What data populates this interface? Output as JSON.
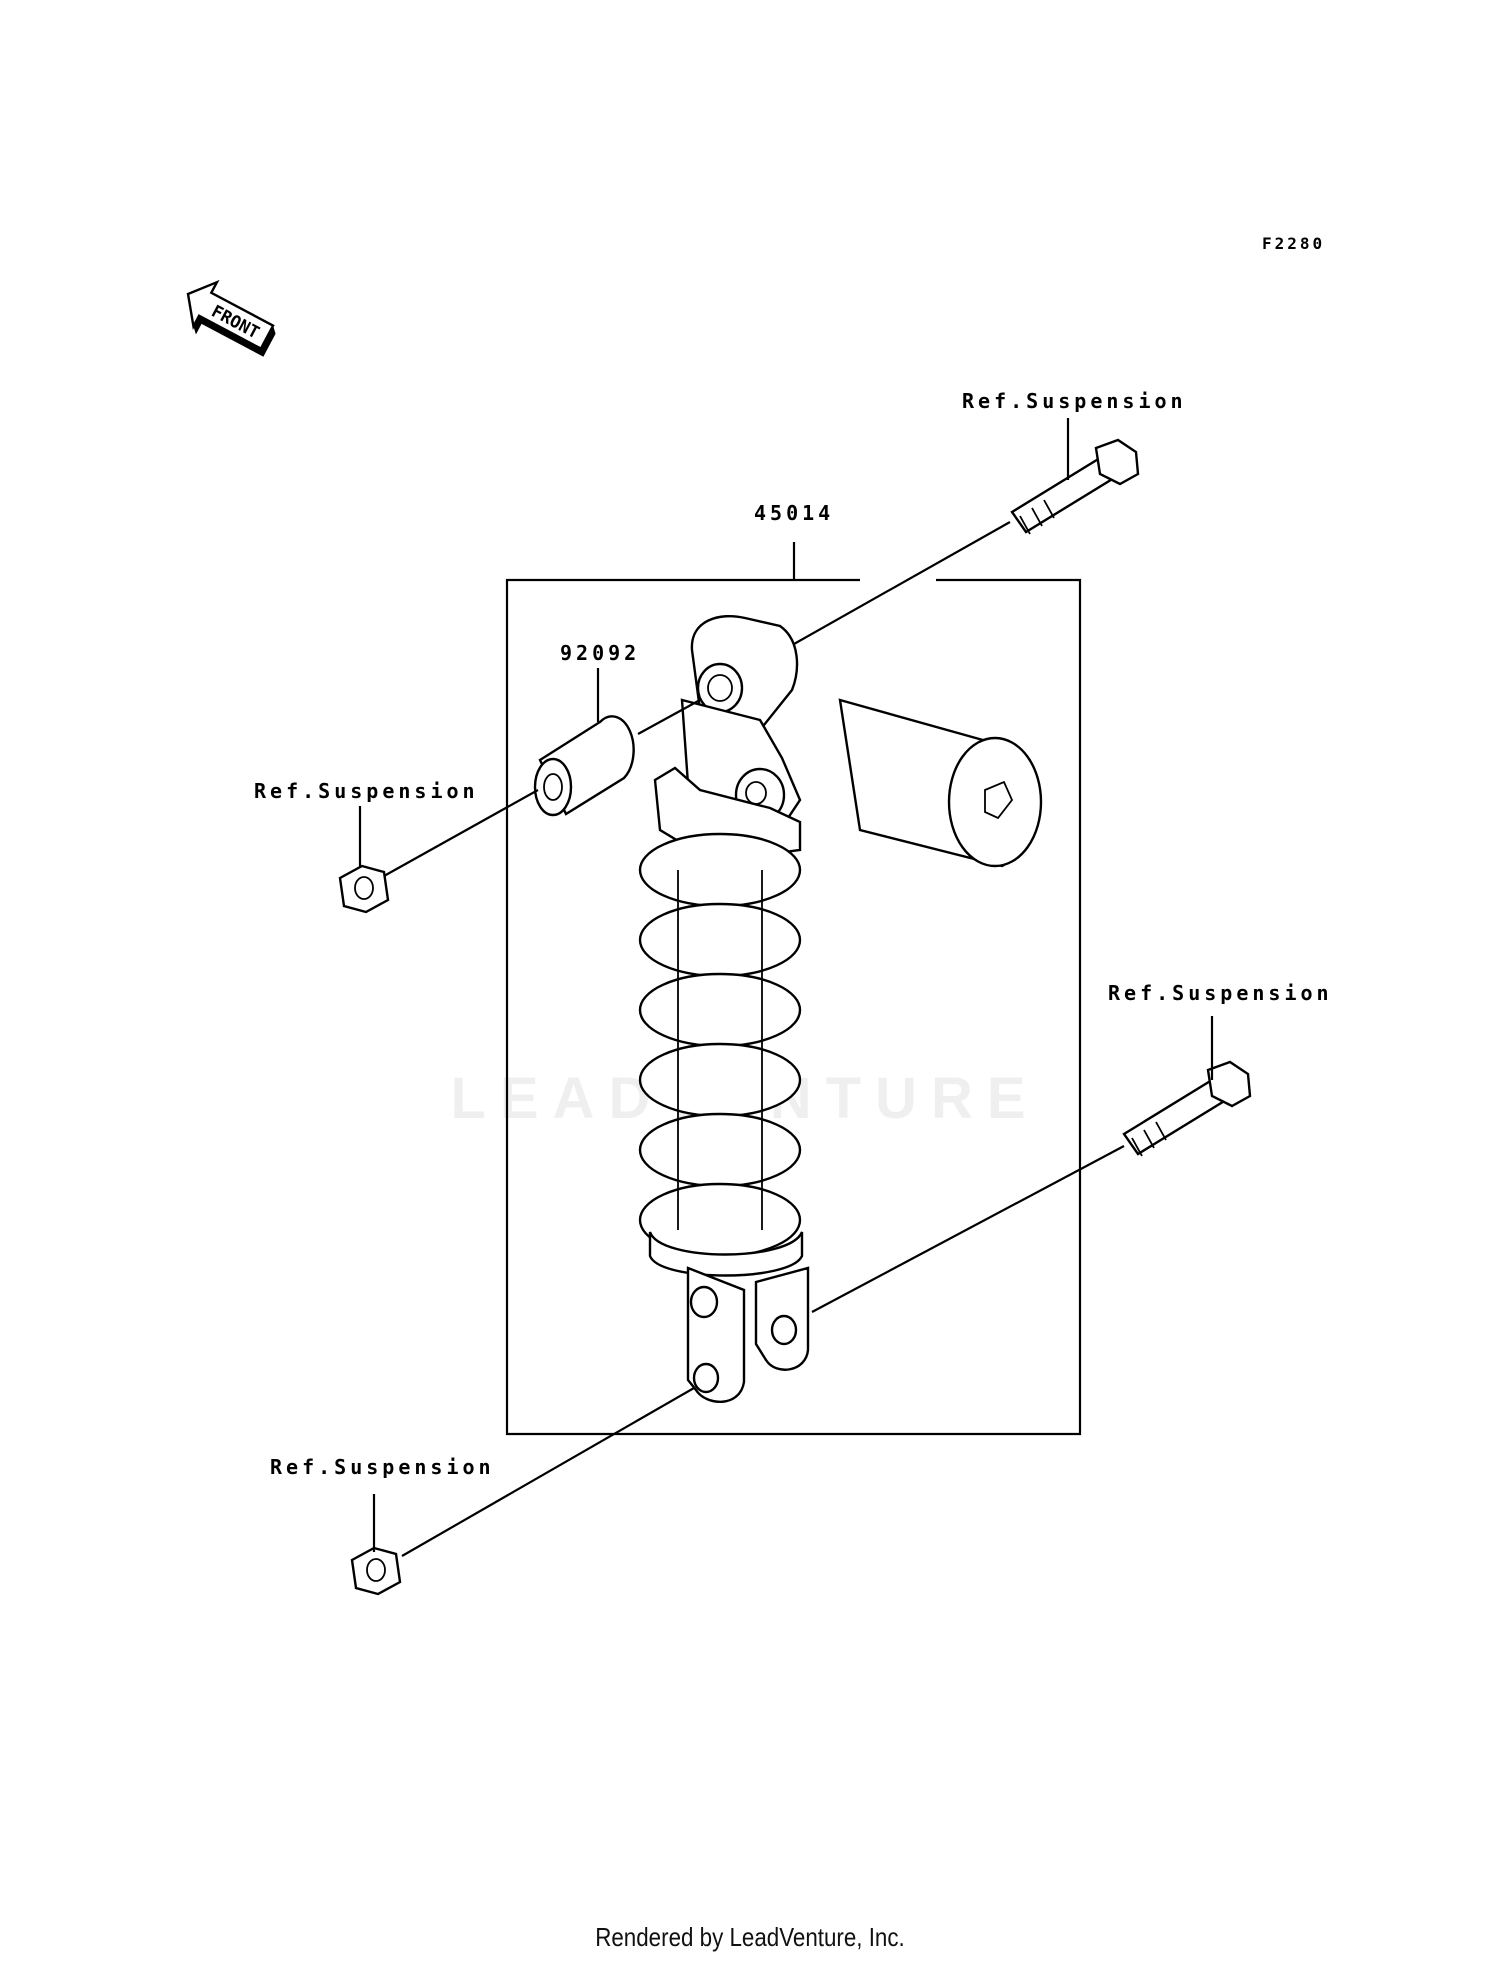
{
  "figure_code": "F2280",
  "front_arrow_label": "FRONT",
  "parts": {
    "shock_absorber": "45014",
    "collar": "92092"
  },
  "references": {
    "upper_bolt": "Ref.Suspension",
    "upper_nut": "Ref.Suspension",
    "lower_bolt": "Ref.Suspension",
    "lower_nut": "Ref.Suspension"
  },
  "watermark": "LEADVENTURE",
  "footer": "Rendered by LeadVenture, Inc."
}
